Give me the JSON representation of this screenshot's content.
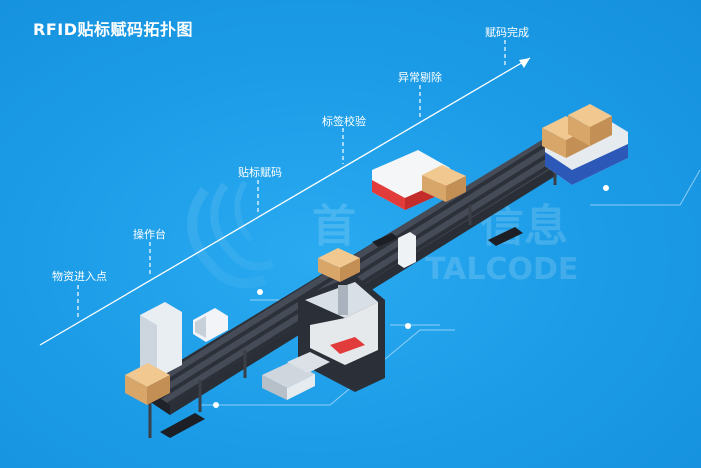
{
  "title": "RFID贴标赋码拓扑图",
  "steps": [
    {
      "label": "物资进入点"
    },
    {
      "label": "操作台"
    },
    {
      "label": "贴标赋码"
    },
    {
      "label": "标签校验"
    },
    {
      "label": "异常剔除"
    },
    {
      "label": "赋码完成"
    }
  ],
  "watermark": {
    "cn": "首",
    "cn2": "信息",
    "en": "TALCODE"
  },
  "colors": {
    "background": "#1f9ee8",
    "conveyor": "#3a3f4a",
    "box": "#e8b87a",
    "machine_red": "#e23b3b",
    "line": "#ffffff"
  }
}
